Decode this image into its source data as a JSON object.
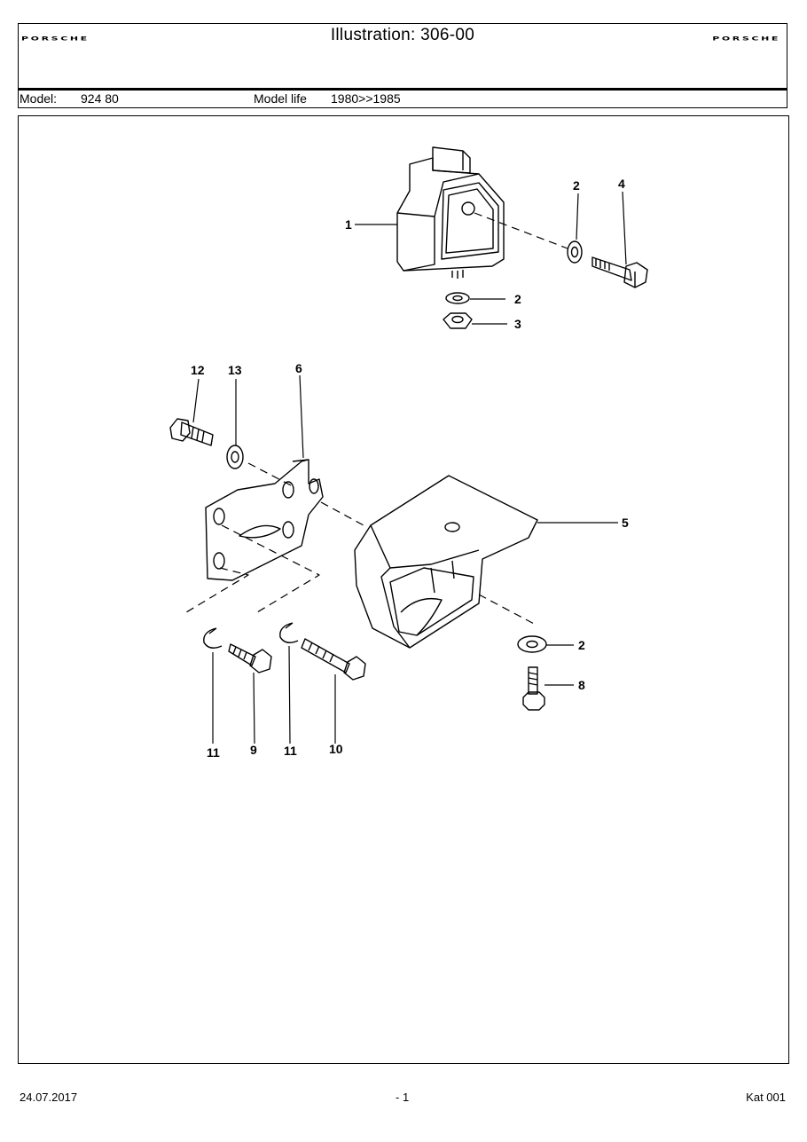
{
  "header": {
    "title": "Illustration: 306-00",
    "brand_left": "PORSCHE",
    "brand_right": "PORSCHE",
    "model_label": "Model:",
    "model_value": "924 80",
    "model_life_label": "Model life",
    "model_life_value": "1980>>1985"
  },
  "callouts": {
    "c1": "1",
    "c2a": "2",
    "c4": "4",
    "c2b": "2",
    "c3": "3",
    "c12": "12",
    "c13": "13",
    "c6": "6",
    "c5": "5",
    "c2c": "2",
    "c8": "8",
    "c11a": "11",
    "c9": "9",
    "c11b": "11",
    "c10": "10"
  },
  "footer": {
    "date": "24.07.2017",
    "page": "- 1",
    "catalog": "Kat 001"
  }
}
